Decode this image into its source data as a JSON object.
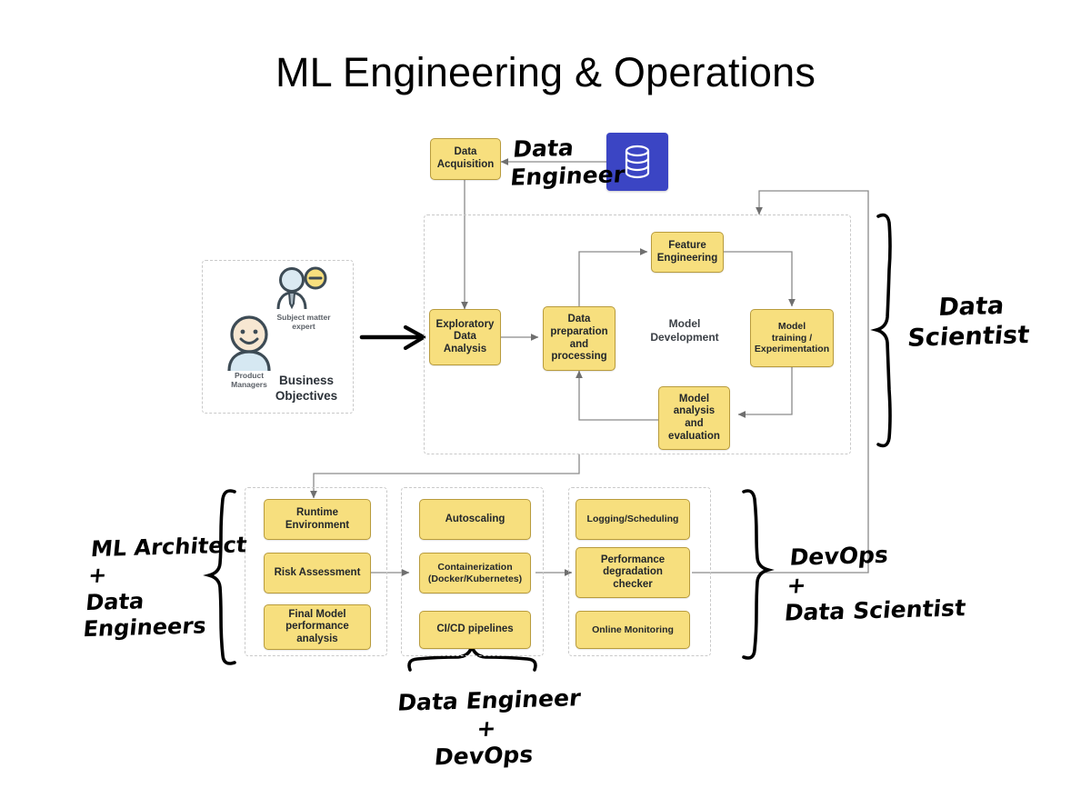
{
  "title": "ML Engineering & Operations",
  "source": {
    "acquisition_box": "Data Acquisition",
    "db_icon_name": "database-icon"
  },
  "annotations": {
    "data_engineer_top": "Data\nEngineer",
    "data_scientist_right": "Data\nScientist",
    "ml_architect_left": "ML Architect\n+\nData\nEngineers",
    "devops_ds_right": "DevOps\n+\nData Scientist",
    "de_devops_bottom": "Data Engineer\n+\nDevOps"
  },
  "business": {
    "sme_caption": "Subject matter\nexpert",
    "pm_caption": "Product\nManagers",
    "objectives_label": "Business\nObjectives"
  },
  "model_development": {
    "label": "Model\nDevelopment",
    "boxes": [
      {
        "id": "eda",
        "label": "Exploratory\nData\nAnalysis"
      },
      {
        "id": "prep",
        "label": "Data\npreparation\nand\nprocessing"
      },
      {
        "id": "feature",
        "label": "Feature\nEngineering"
      },
      {
        "id": "training",
        "label": "Model\ntraining /\nExperimentation"
      },
      {
        "id": "evaluation",
        "label": "Model\nanalysis\nand\nevaluation"
      }
    ]
  },
  "deployment": {
    "column1": [
      "Runtime\nEnvironment",
      "Risk Assessment",
      "Final Model\nperformance\nanalysis"
    ],
    "column2": [
      "Autoscaling",
      "Containerization\n(Docker/Kubernetes)",
      "CI/CD pipelines"
    ],
    "column3": [
      "Logging/Scheduling",
      "Performance\ndegradation\nchecker",
      "Online Monitoring"
    ]
  },
  "colors": {
    "box_fill": "#F7DF7E",
    "box_border": "#B89B3C",
    "db_blue": "#3B45C4",
    "dashed": "#c9c9c9",
    "connector": "#808080"
  }
}
